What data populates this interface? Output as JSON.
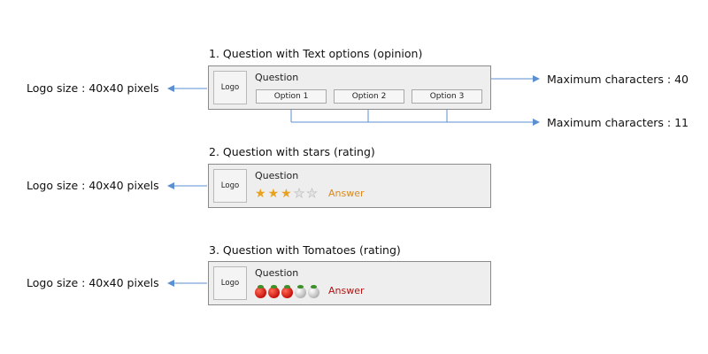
{
  "colors": {
    "arrow": "#5b8fd1",
    "star_answer": "#d9891c",
    "tomato_answer": "#b21414"
  },
  "sections": [
    {
      "title": "1. Question with Text options (opinion)",
      "logo_label": "Logo",
      "question": "Question",
      "options": [
        "Option 1",
        "Option 2",
        "Option 3"
      ],
      "logo_note": "Logo size : 40x40 pixels",
      "question_note": "Maximum characters : 40",
      "option_note": "Maximum characters : 11"
    },
    {
      "title": "2. Question with stars (rating)",
      "logo_label": "Logo",
      "question": "Question",
      "rating": 3,
      "rating_max": 5,
      "icon": "star-icon",
      "answer": "Answer",
      "logo_note": "Logo size : 40x40 pixels"
    },
    {
      "title": "3. Question with Tomatoes (rating)",
      "logo_label": "Logo",
      "question": "Question",
      "rating": 3,
      "rating_max": 5,
      "icon": "tomato-icon",
      "answer": "Answer",
      "logo_note": "Logo size : 40x40 pixels"
    }
  ]
}
